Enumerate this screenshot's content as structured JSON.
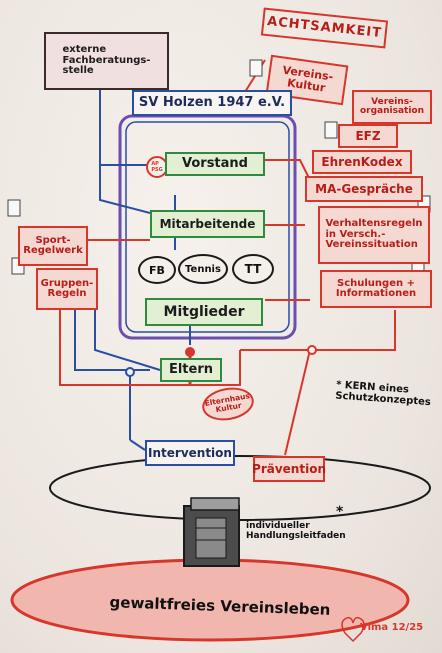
{
  "boxes": {
    "achtsamkeit": "ACHTSAMKEIT",
    "vereinskultur": "Vereins-\nKultur",
    "externe": "externe\nFachberatungs-\nstelle",
    "club": "SV Holzen 1947 e.V.",
    "vorstand": "Vorstand",
    "ap": "AP\nPSG",
    "mitarbeitende": "Mitarbeitende",
    "fb": "FB",
    "tennis": "Tennis",
    "tt": "TT",
    "mitglieder": "Mitglieder",
    "eltern": "Eltern",
    "elternhaus": "Elternhaus\nKultur",
    "vereinsorg": "Vereins-\norganisation",
    "efz": "EFZ",
    "ehrenkodex": "EhrenKodex",
    "ma": "MA-Gespräche",
    "verhalten": "Verhaltensregeln\nin Versch.-\nVereinssituation",
    "schulungen": "Schulungen +\nInformationen",
    "sport": "Sport-\nRegelwerk",
    "gruppen": "Gruppen-\nRegeln",
    "kern": "* KERN eines\nSchutzkonzeptes",
    "intervention": "Intervention",
    "praevention": "Prävention",
    "leitfaden": "individueller\nHandlungsleitfaden",
    "gewaltfrei": "gewaltfreies Vereinsleben",
    "signature": "Vima 12/25"
  },
  "colors": {
    "red": "#d9362b",
    "green": "#2e8b3e",
    "blue": "#2a4ea3",
    "purple": "#6b4fb0",
    "dark": "#1a1a1a"
  }
}
